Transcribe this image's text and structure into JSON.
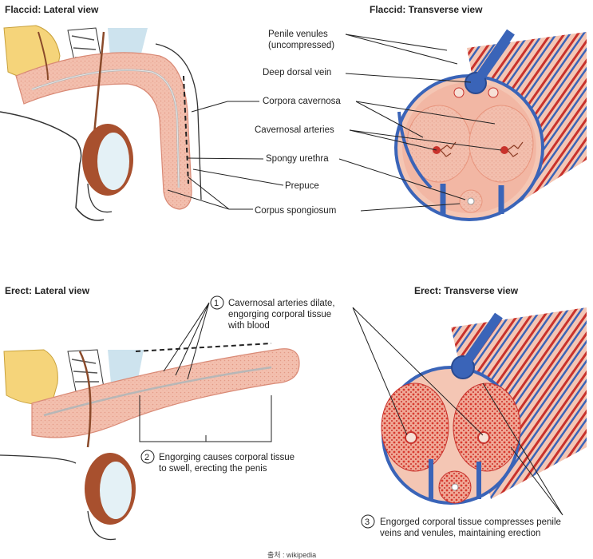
{
  "panels": {
    "flaccid_lateral": "Flaccid: Lateral view",
    "flaccid_transverse": "Flaccid: Transverse view",
    "erect_lateral": "Erect: Lateral view",
    "erect_transverse": "Erect: Transverse view"
  },
  "labels": {
    "penile_venules_1": "Penile venules",
    "penile_venules_2": "(uncompressed)",
    "deep_dorsal_vein": "Deep dorsal vein",
    "corpora_cavernosa": "Corpora cavernosa",
    "cavernosal_arteries": "Cavernosal arteries",
    "spongy_urethra": "Spongy urethra",
    "prepuce": "Prepuce",
    "corpus_spongiosum": "Corpus spongiosum"
  },
  "steps": [
    {
      "number": "1",
      "lines": [
        "Cavernosal arteries dilate,",
        "engorging corporal tissue",
        "with blood"
      ]
    },
    {
      "number": "2",
      "lines": [
        "Engorging causes corporal tissue",
        "to swell, erecting the penis"
      ]
    },
    {
      "number": "3",
      "lines": [
        "Engorged corporal tissue compresses penile",
        "veins and venules, maintaining erection"
      ]
    }
  ],
  "source": "출처 : wikipedia",
  "colors": {
    "tissue": "#f2b7a4",
    "tissue_dark": "#e8957d",
    "vein": "#3a64b8",
    "artery": "#c8322c",
    "testis": "#a8502e",
    "bone": "#f5d47a"
  }
}
